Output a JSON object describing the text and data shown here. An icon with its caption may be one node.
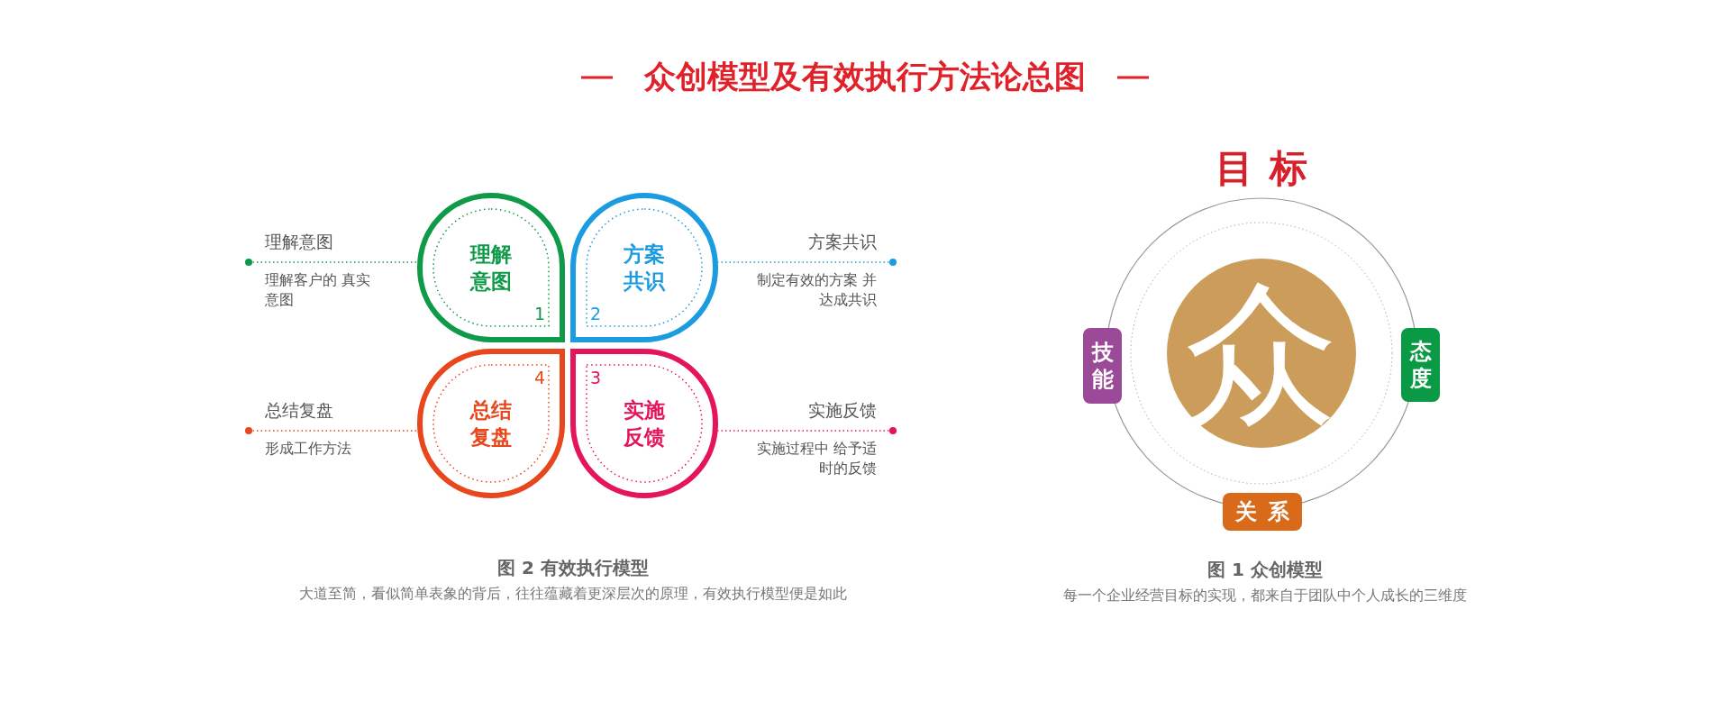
{
  "diagram": {
    "title": "众创模型及有效执行方法论总图",
    "nodes": [
      {
        "text": [
          "理解意图",
          "理解客户的 真实意图"
        ]
      },
      {
        "text": [
          "理解意图",
          "1"
        ]
      },
      {
        "text": [
          "方案共识",
          "2"
        ]
      },
      {
        "text": [
          "方案共识",
          "制定有效的方案 并达成共识"
        ]
      },
      {
        "text": [
          "总结复盘",
          "形成工作方法"
        ]
      },
      {
        "text": [
          "总结复盘",
          "4"
        ]
      },
      {
        "text": [
          "实施反馈",
          "3"
        ]
      },
      {
        "text": [
          "实施反馈",
          "实施过程中 给予适时的反馈"
        ]
      },
      {
        "text": [
          "目标"
        ]
      },
      {
        "text": [
          "众"
        ],
        "in": 8
      },
      {
        "text": [
          "技能"
        ]
      },
      {
        "text": [
          "态度"
        ]
      },
      {
        "text": [
          "关系"
        ]
      }
    ],
    "edges": [
      {
        "from": 0,
        "to": 1,
        "arrow": "other",
        "style": "dashed",
        "color": "#0e9a48"
      },
      {
        "from": 3,
        "to": 2,
        "arrow": "other",
        "style": "dashed",
        "color": "#1b9be0"
      },
      {
        "from": 4,
        "to": 5,
        "arrow": "other",
        "style": "dashed",
        "color": "#e8461c"
      },
      {
        "from": 7,
        "to": 6,
        "arrow": "other",
        "style": "dashed",
        "color": "#e4155b"
      }
    ],
    "labels": [
      "图 2 有效执行模型",
      "大道至简，看似简单表象的背后，往往蕴藏着更深层次的原理，有效执行模型便是如此",
      "图 1 众创模型",
      "每一个企业经营目标的实现，都来自于团队中个人成长的三维度"
    ]
  }
}
